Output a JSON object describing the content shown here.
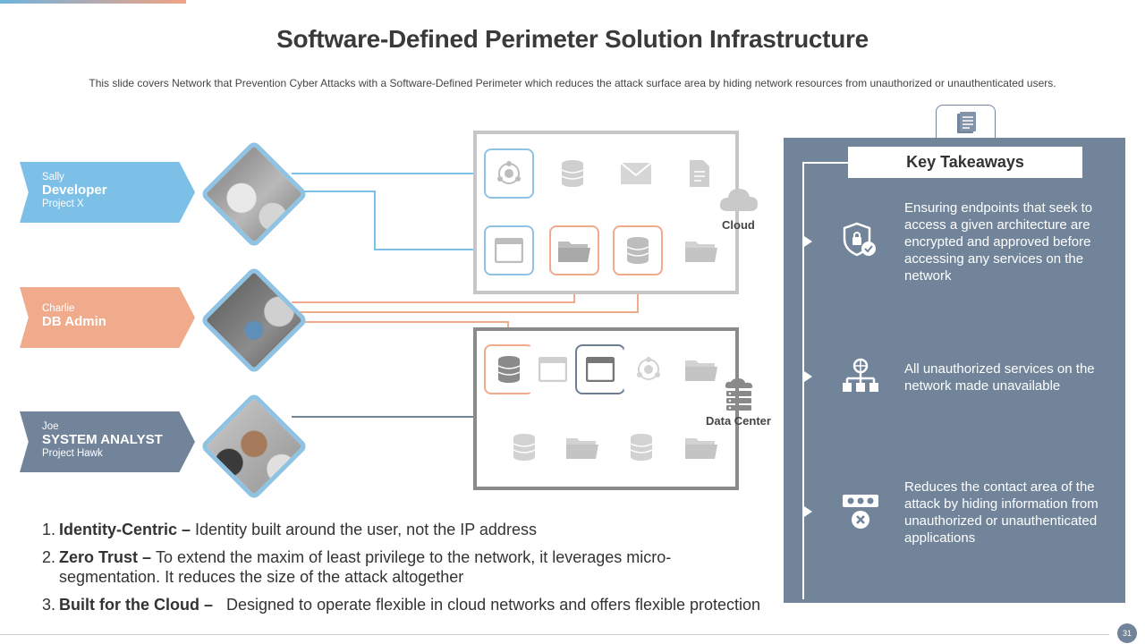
{
  "title": "Software-Defined Perimeter Solution Infrastructure",
  "subtitle": "This slide covers Network that Prevention Cyber Attacks with a Software-Defined Perimeter which reduces the attack surface area by hiding network resources from unauthorized or unauthenticated users.",
  "personas": [
    {
      "name": "Sally",
      "role": "Developer",
      "project": "Project X",
      "color": "#7cc0e8"
    },
    {
      "name": "Charlie",
      "role": "DB Admin",
      "project": "",
      "color": "#f0aa8c"
    },
    {
      "name": "Joe",
      "role": "SYSTEM ANALYST",
      "project": "Project Hawk",
      "color": "#71849a"
    }
  ],
  "locations": {
    "cloud": {
      "label": "Cloud",
      "icon": "cloud-icon"
    },
    "datacenter": {
      "label": "Data Center",
      "icon": "server-stack-icon"
    }
  },
  "resources": {
    "cloud_row1": [
      "network-node-icon",
      "database-icon",
      "mail-icon",
      "document-icon"
    ],
    "cloud_row2": [
      "browser-window-icon",
      "folder-icon",
      "database-icon",
      "folder-icon"
    ],
    "dc_row1": [
      "database-icon",
      "browser-window-icon",
      "browser-window-icon",
      "network-node-icon",
      "folder-icon"
    ],
    "dc_row2": [
      "database-icon",
      "folder-icon",
      "database-icon",
      "folder-icon"
    ]
  },
  "key_takeaways": {
    "title": "Key Takeaways",
    "items": [
      {
        "icon": "shield-check-icon",
        "text": "Ensuring endpoints that seek to access a given architecture are encrypted and approved before accessing any services on the network"
      },
      {
        "icon": "network-hierarchy-icon",
        "text": "All unauthorized  services on the network made unavailable"
      },
      {
        "icon": "blocked-apps-icon",
        "text": "Reduces the contact area of the attack by hiding information from unauthorized  or unauthenticated  applications"
      }
    ]
  },
  "principles": [
    {
      "num": "1.",
      "title": "Identity-Centric",
      "sep": " – ",
      "text": "Identity built around the user, not the IP address"
    },
    {
      "num": "2.",
      "title": "Zero Trust",
      "sep": " – ",
      "text": "To extend the maxim of least privilege to the network, it leverages micro-segmentation. It reduces the size of the attack altogether"
    },
    {
      "num": "3.",
      "title": "Built for the Cloud",
      "sep": " –   ",
      "text": "Designed to operate flexible in cloud networks and offers flexible protection"
    }
  ],
  "page_number": "31",
  "colors": {
    "blue": "#7cc0e8",
    "orange": "#f0aa8c",
    "slate": "#71849a",
    "gray_icon": "#c9c9c9"
  }
}
